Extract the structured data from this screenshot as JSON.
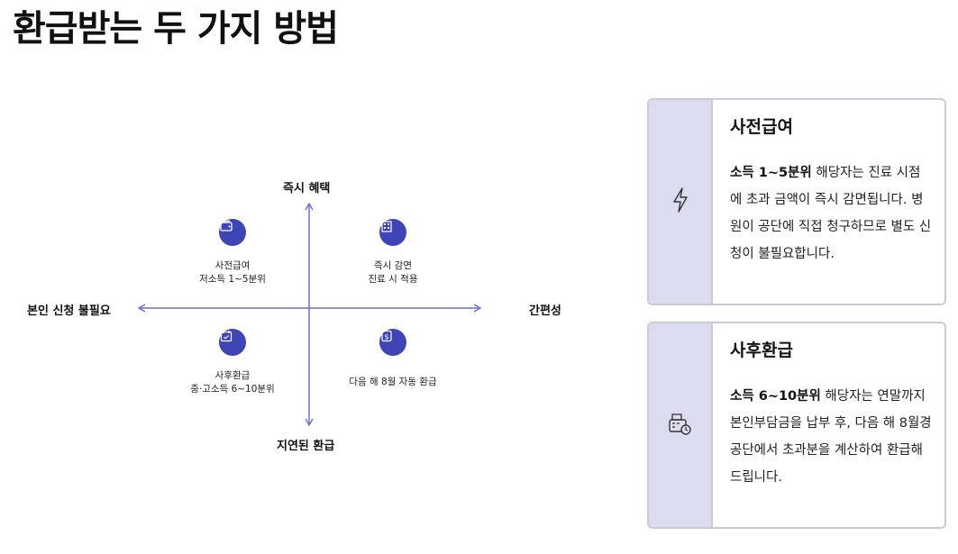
{
  "page": {
    "title": "환급받는 두 가지 방법"
  },
  "diagram": {
    "axis_top": "즉시 혜택",
    "axis_bottom": "지연된 환급",
    "axis_left": "본인 신청 불필요",
    "axis_right": "간편성",
    "quadrants": [
      {
        "icon": "wallet-icon",
        "line1": "사전급여",
        "line2": "저소득 1~5분위"
      },
      {
        "icon": "hospital-icon",
        "line1": "즉시 감면",
        "line2": "진료 시 적용"
      },
      {
        "icon": "calendar-check-icon",
        "line1": "사후환급",
        "line2": "중·고소득 6~10분위"
      },
      {
        "icon": "money-exchange-icon",
        "line1": "다음 해 8월 자동 환급",
        "line2": ""
      }
    ]
  },
  "cards": [
    {
      "icon": "lightning-icon",
      "title": "사전급여",
      "bold": "소득 1~5분위",
      "text": " 해당자는 진료 시점에 초과 금액이 즉시 감면됩니다. 병원이 공단에 직접 청구하므로 별도 신청이 불필요합니다."
    },
    {
      "icon": "cash-register-icon",
      "title": "사후환급",
      "bold": "소득 6~10분위",
      "text": " 해당자는 연말까지 본인부담금을 납부 후, 다음 해 8월경 공단에서 초과분을 계산하여 환급해 드립니다."
    }
  ],
  "colors": {
    "accent": "#3f45b5",
    "axis": "#6b70c9",
    "card_side": "#dcdcf0",
    "card_border": "#c9c9dc"
  }
}
